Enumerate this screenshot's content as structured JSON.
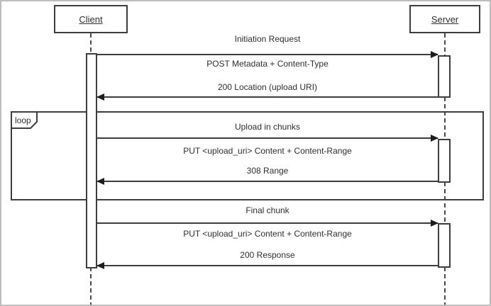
{
  "frame": {
    "background": "#ffffff",
    "border_color": "#bdbdbd"
  },
  "diagram": {
    "type": "uml-sequence-diagram",
    "line_color": "#3d3d3d",
    "text_color": "#2e2e2e",
    "actors": [
      {
        "label": "Client"
      },
      {
        "label": "Server"
      }
    ],
    "loop_fragment": {
      "label": "loop"
    },
    "sections": [
      {
        "title": "Initiation Request",
        "request": "POST Metadata + Content-Type",
        "response": "200 Location (upload URI)"
      },
      {
        "title": "Upload in chunks",
        "request": "PUT <upload_uri> Content + Content-Range",
        "response": "308 Range"
      },
      {
        "title": "Final chunk",
        "request": "PUT <upload_uri> Content + Content-Range",
        "response": "200 Response"
      }
    ]
  }
}
